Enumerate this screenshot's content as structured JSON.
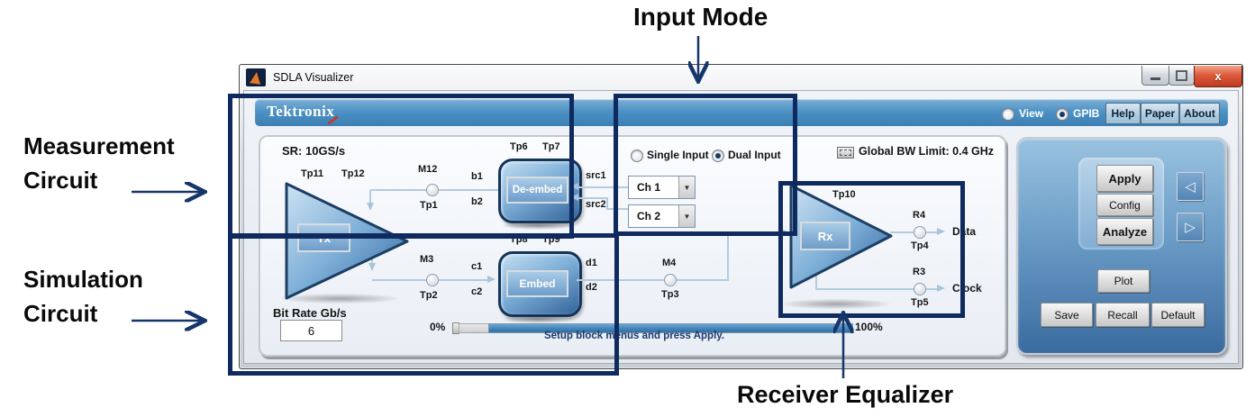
{
  "annotations": {
    "input_mode": "Input Mode",
    "measurement_line1": "Measurement",
    "measurement_line2": "Circuit",
    "simulation_line1": "Simulation",
    "simulation_line2": "Circuit",
    "receiver_equalizer": "Receiver Equalizer"
  },
  "window": {
    "title": "SDLA Visualizer"
  },
  "header": {
    "brand": "Tektronix",
    "view_label": "View",
    "gpib_label": "GPIB",
    "help": "Help",
    "paper": "Paper",
    "about": "About"
  },
  "circuit": {
    "sr_label": "SR: 10GS/s",
    "tx": "Tx",
    "rx": "Rx",
    "deembed": "De-embed",
    "embed": "Embed",
    "tp1": "Tp1",
    "tp2": "Tp2",
    "tp3": "Tp3",
    "tp4": "Tp4",
    "tp5": "Tp5",
    "tp6": "Tp6",
    "tp7": "Tp7",
    "tp8": "Tp8",
    "tp9": "Tp9",
    "tp10": "Tp10",
    "tp11": "Tp11",
    "tp12": "Tp12",
    "m12": "M12",
    "m3": "M3",
    "m4": "M4",
    "r4": "R4",
    "r3": "R3",
    "b1": "b1",
    "b2": "b2",
    "c1": "c1",
    "c2": "c2",
    "d1": "d1",
    "d2": "d2",
    "src1": "src1",
    "src2": "src2",
    "data_out": "Data",
    "clock_out": "Clock",
    "bit_rate_label": "Bit Rate Gb/s",
    "bit_rate_value": "6",
    "global_bw": "Global BW Limit: 0.4 GHz"
  },
  "input_mode": {
    "single": "Single Input",
    "dual": "Dual Input",
    "ch1": "Ch 1",
    "ch2": "Ch 2"
  },
  "progress": {
    "start": "0%",
    "end": "100%",
    "status": "Setup block menus and press Apply."
  },
  "controls": {
    "apply": "Apply",
    "config": "Config",
    "analyze": "Analyze",
    "plot": "Plot",
    "save": "Save",
    "recall": "Recall",
    "default": "Default"
  },
  "glyphs": {
    "close": "x",
    "dropdown": "▼",
    "prev": "◁",
    "next": "▷"
  },
  "colors": {
    "annotation_navy": "#0e2a5e",
    "header_blue": "#4d92c4",
    "accent_blue": "#3f82b8"
  }
}
